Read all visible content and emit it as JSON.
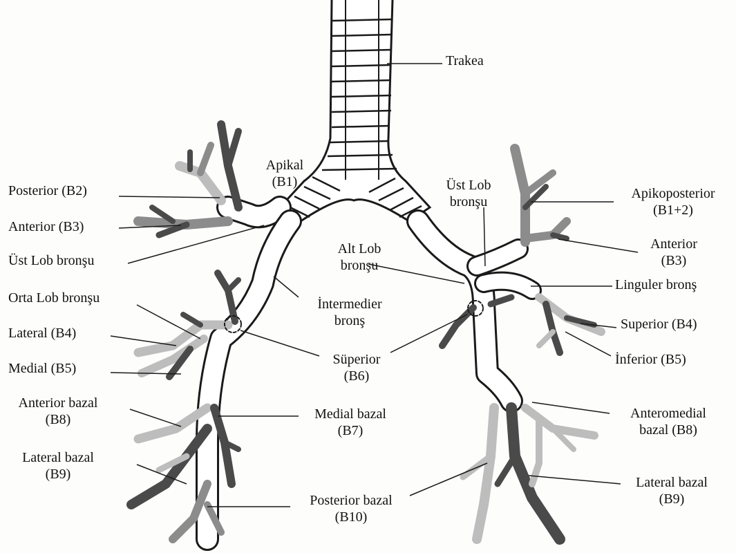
{
  "labels": {
    "trakea": "Trakea",
    "apikal_1": "Apikal",
    "apikal_2": "(B1)",
    "posterior_b2": "Posterior (B2)",
    "anterior_b3_left": "Anterior (B3)",
    "ust_lob_left": "Üst Lob bronşu",
    "orta_lob": "Orta Lob bronşu",
    "lateral_b4": "Lateral (B4)",
    "medial_b5": "Medial (B5)",
    "anterior_bazal_1": "Anterior bazal",
    "anterior_bazal_2": "(B8)",
    "lateral_bazal_left_1": "Lateral bazal",
    "lateral_bazal_left_2": "(B9)",
    "intermedier_1": "İntermedier",
    "intermedier_2": "bronş",
    "superior_b6_1": "Süperior",
    "superior_b6_2": "(B6)",
    "medial_bazal_1": "Medial bazal",
    "medial_bazal_2": "(B7)",
    "posterior_bazal_1": "Posterior bazal",
    "posterior_bazal_2": "(B10)",
    "ust_lob_right_1": "Üst Lob",
    "ust_lob_right_2": "bronşu",
    "alt_lob_1": "Alt Lob",
    "alt_lob_2": "bronşu",
    "apikoposterior_1": "Apikoposterior",
    "apikoposterior_2": "(B1+2)",
    "anterior_b3_right_1": "Anterior",
    "anterior_b3_right_2": "(B3)",
    "linguler": "Linguler bronş",
    "superior_b4": "Superior (B4)",
    "inferior_b5": "İnferior (B5)",
    "anteromedial_1": "Anteromedial",
    "anteromedial_2": "bazal (B8)",
    "lateral_bazal_right_1": "Lateral bazal",
    "lateral_bazal_right_2": "(B9)"
  },
  "colors": {
    "outline": "#1a1a1a",
    "light_segment": "#bdbdbd",
    "mid_segment": "#8c8c8c",
    "dark_segment": "#4a4a4a",
    "background": "#fdfdfc"
  }
}
